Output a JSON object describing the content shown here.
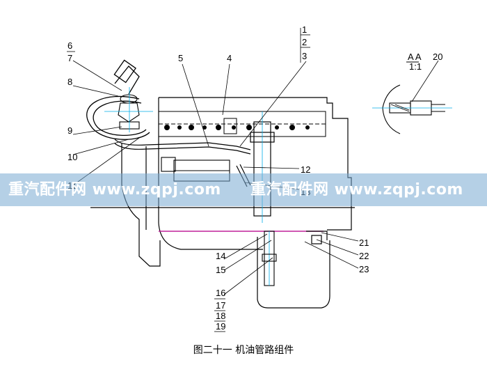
{
  "diagram": {
    "caption": "图二十一  机油管路组件",
    "section_label_top": "A  A",
    "section_label_bottom": "1:1",
    "callouts": [
      "1",
      "2",
      "3",
      "4",
      "5",
      "6",
      "7",
      "8",
      "9",
      "10",
      "11",
      "12",
      "13",
      "14",
      "15",
      "16",
      "17",
      "18",
      "19",
      "20",
      "21",
      "22",
      "23"
    ]
  },
  "watermark": {
    "segments": [
      "重汽配件网  www.zqpj.com",
      "重汽配件网  www.zqpj.com"
    ]
  },
  "colors": {
    "line": "#000000",
    "accent_blue": "#00aee8",
    "accent_magenta": "#c0209a",
    "watermark_band": "#78aad2"
  }
}
